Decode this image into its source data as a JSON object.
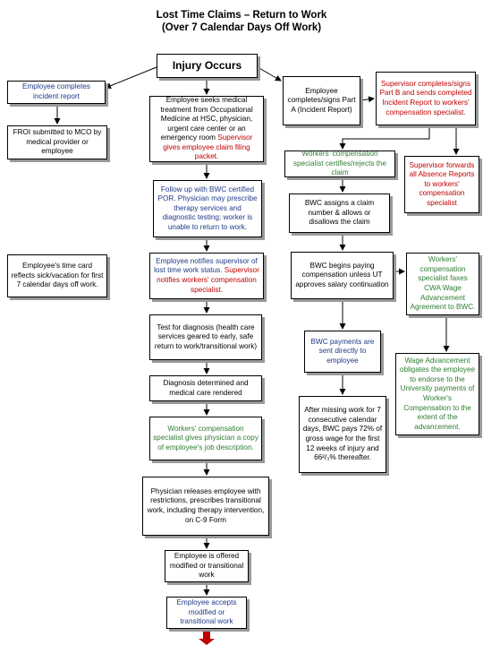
{
  "title": {
    "line1": "Lost Time Claims – Return to Work",
    "line2": "(Over 7 Calendar Days Off Work)"
  },
  "nodes": {
    "injury": "Injury Occurs",
    "emp_reports": "Employee completes incident report",
    "froi": "FROI submitted to MCO by medical provider or employee",
    "timecard": "Employee's time card reflects sick/vacation for first 7 calendar days off work.",
    "seeks_a": "Employee seeks medical treatment from Occupational Medicine at HSC, physician, urgent care center or an emergency room",
    "seeks_b": "Supervisor gives employee claim filing packet.",
    "followup": "Follow up with BWC certified POR. Physician may prescribe therapy services and diagnostic testing; worker is unable to return to work.",
    "notifies_a": "Employee notifies supervisor of lost time work status.",
    "notifies_b": "Supervisor notifies workers' compensation specialist.",
    "test_diag": "Test for diagnosis (health care services geared to early, safe return to work/transitional work)",
    "diag_det": "Diagnosis determined and medical care rendered",
    "wc_gives": "Workers' compensation specialist gives physician a copy of employee's job description.",
    "releases": "Physician releases employee with restrictions, prescribes transitional work, including therapy intervention, on C-9 Form",
    "offered": "Employee is offered modified or transitional work",
    "accepts": "Employee accepts modified or transitional work",
    "part_a": "Employee completes/signs Part A (Incident Report)",
    "sup_part_b": "Supervisor completes/signs Part B and sends completed Incident Report to workers' compensation specialist.",
    "wc_certifies": "Workers' compensation specialist certifies/rejects the claim",
    "bwc_assigns": "BWC assigns a claim number & allows or disallows the claim",
    "sup_forwards": "Supervisor forwards all Absence Reports to workers' compensation specialist",
    "bwc_begins": "BWC begins paying compensation unless UT approves salary continuation",
    "wc_faxes": "Workers' compensation specialist faxes CWA Wage Advancement Agreement to BWC.",
    "bwc_payments": "BWC payments are sent directly to employee",
    "after_missing": "After missing work for 7 consecutive calendar days, BWC pays 72% of gross wage for the first 12 weeks of injury and 66²/₃% thereafter.",
    "wage_adv": "Wage Advancement obligates the employee to endorse to the University payments of Worker's Compensation to the extent of the advancement."
  },
  "colors": {
    "red": "#c00000",
    "green": "#2e7d32",
    "blue": "#1f3a8a",
    "arrow": "#000000",
    "final_arrow": "#c00000"
  }
}
